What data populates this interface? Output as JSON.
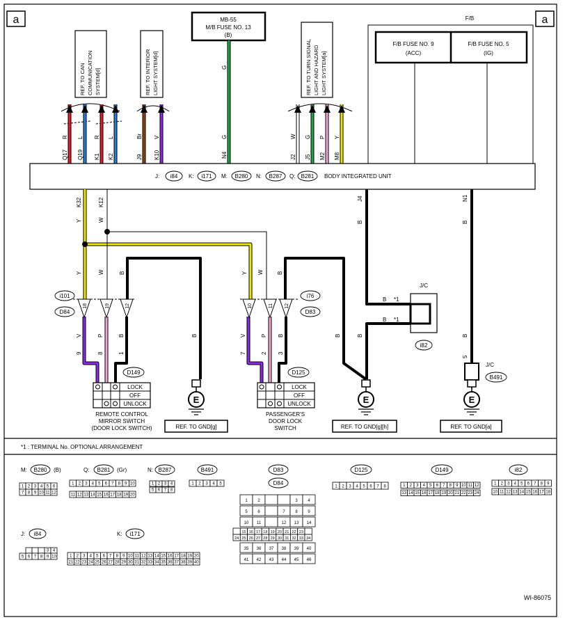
{
  "corner_label": "a",
  "mb_fuse": {
    "line1": "MB-55",
    "line2": "M/B FUSE NO. 13",
    "line3": "(B)"
  },
  "fb": {
    "title": "F/B",
    "fuse9": {
      "line1": "F/B FUSE NO. 9",
      "line2": "(ACC)"
    },
    "fuse5": {
      "line1": "F/B FUSE NO. 5",
      "line2": "(IG)"
    }
  },
  "refs": {
    "can": [
      "REF. TO CAN",
      "COMMUNICATION",
      "SYSTEM[d]"
    ],
    "interior": [
      "REF. TO INTERIOR",
      "LIGHT SYSTEM[d]"
    ],
    "turn": [
      "REF. TO TURN SIGNAL",
      "LIGHT AND HAZARD",
      "LIGHT SYSTEM[a]"
    ]
  },
  "top_wires": [
    {
      "pin": "Q17",
      "color": "R",
      "hex": "#e0202a"
    },
    {
      "pin": "Q19",
      "color": "L",
      "hex": "#2a7fd4"
    },
    {
      "pin": "K1",
      "color": "R",
      "hex": "#e0202a"
    },
    {
      "pin": "K2",
      "color": "L",
      "hex": "#2a7fd4"
    },
    {
      "pin": "J9",
      "color": "Br",
      "hex": "#8b4513"
    },
    {
      "pin": "K10",
      "color": "V",
      "hex": "#8a2be2"
    },
    {
      "pin": "N4",
      "color": "G",
      "hex": "#1fa64a"
    },
    {
      "pin": "J2",
      "color": "W",
      "hex": "#ffffff"
    },
    {
      "pin": "J5",
      "color": "G",
      "hex": "#1fa64a"
    },
    {
      "pin": "M2",
      "color": "P",
      "hex": "#f4a6d7"
    },
    {
      "pin": "M8",
      "color": "Y",
      "hex": "#f2e600"
    }
  ],
  "biu": {
    "title": "BODY INTEGRATED UNIT",
    "connectors": [
      {
        "prefix": "J:",
        "code": "i84"
      },
      {
        "prefix": "K:",
        "code": "i171"
      },
      {
        "prefix": "M:",
        "code": "B280"
      },
      {
        "prefix": "N:",
        "code": "B287"
      },
      {
        "prefix": "Q:",
        "code": "B281"
      }
    ]
  },
  "lower_wires": {
    "k32": {
      "pin": "K32",
      "color": "Y"
    },
    "k12": {
      "pin": "K12",
      "color": "W"
    },
    "j4": {
      "pin": "J4",
      "color": "B"
    },
    "n1": {
      "pin": "N1",
      "color": "B"
    }
  },
  "mid_colors": [
    "Y",
    "W",
    "B",
    "Y",
    "W",
    "B",
    "B",
    "B"
  ],
  "conn_left": {
    "c1": "i101",
    "c2": "D84",
    "pins": [
      "18",
      "19",
      "12"
    ]
  },
  "conn_right": {
    "c1": "i76",
    "c2": "D83",
    "pins": [
      "10",
      "11",
      "12"
    ]
  },
  "left_lower": {
    "colors": [
      "V",
      "P",
      "B",
      "B"
    ],
    "pins": [
      "9",
      "8",
      "1"
    ]
  },
  "right_lower": {
    "colors": [
      "V",
      "P",
      "B",
      "B",
      "B"
    ],
    "pins": [
      "7",
      "2",
      "3"
    ]
  },
  "jc_right": {
    "label": "J/C",
    "wire1": "B",
    "wire2": "B",
    "mark": "*1",
    "code": "i82"
  },
  "jc_far": {
    "label": "J/C",
    "pin": "5",
    "code": "B491"
  },
  "switch_left": {
    "code": "D149",
    "states": [
      "LOCK",
      "OFF",
      "UNLOCK"
    ],
    "name": [
      "REMOTE CONTROL",
      "MIRROR SWITCH",
      "(DOOR LOCK SWITCH)"
    ]
  },
  "switch_right": {
    "code": "D125",
    "states": [
      "LOCK",
      "OFF",
      "UNLOCK"
    ],
    "name": [
      "PASSENGER'S",
      "DOOR LOCK",
      "SWITCH"
    ]
  },
  "ground": {
    "symbol": "E",
    "refs": [
      "REF. TO GND[g]",
      "REF. TO GND[g][h]",
      "REF. TO GND[a]"
    ]
  },
  "footnote": "*1 : TERMINAL No. OPTIONAL ARRANGEMENT",
  "legend": {
    "b280": {
      "prefix": "M:",
      "code": "B280",
      "suffix": "(B)"
    },
    "b281": {
      "prefix": "Q:",
      "code": "B281",
      "suffix": "(Gr)"
    },
    "b287": {
      "prefix": "N:",
      "code": "B287"
    },
    "b491": {
      "code": "B491"
    },
    "d83": {
      "code": "D83"
    },
    "d84": {
      "code": "D84"
    },
    "d125": {
      "code": "D125"
    },
    "d149": {
      "code": "D149"
    },
    "i82": {
      "code": "i82"
    },
    "i84": {
      "prefix": "J:",
      "code": "i84"
    },
    "i171": {
      "prefix": "K:",
      "code": "i171"
    }
  },
  "diagram_id": "WI-86075"
}
